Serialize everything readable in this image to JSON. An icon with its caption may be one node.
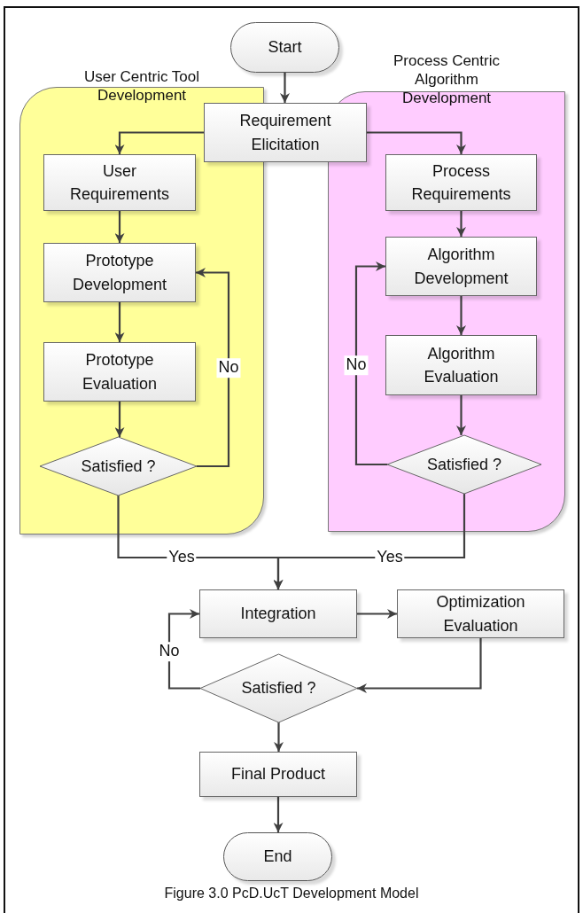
{
  "diagram": {
    "caption": "Figure 3.0 PcD.UcT Development Model",
    "nodes": [
      {
        "text": [
          "User Centric Tool Development"
        ]
      },
      {
        "text": [
          "Process Centric Algorithm Development"
        ]
      },
      {
        "text": [
          "Start"
        ]
      },
      {
        "text": [
          "Requirement Elicitation"
        ]
      },
      {
        "text": [
          "User Requirements"
        ],
        "in": 0
      },
      {
        "text": [
          "Prototype Development"
        ],
        "in": 0
      },
      {
        "text": [
          "Prototype Evaluation"
        ],
        "in": 0
      },
      {
        "text": [
          "Satisfied ?"
        ],
        "in": 0
      },
      {
        "text": [
          "Process Requirements"
        ],
        "in": 1
      },
      {
        "text": [
          "Algorithm Development"
        ],
        "in": 1
      },
      {
        "text": [
          "Algorithm Evaluation"
        ],
        "in": 1
      },
      {
        "text": [
          "Satisfied ?"
        ],
        "in": 1
      },
      {
        "text": [
          "Integration"
        ]
      },
      {
        "text": [
          "Optimization Evaluation"
        ]
      },
      {
        "text": [
          "Satisfied ?"
        ]
      },
      {
        "text": [
          "Final Product"
        ]
      },
      {
        "text": [
          "End"
        ]
      }
    ],
    "edges": [
      {
        "from": 2,
        "to": 3,
        "arrow": "to"
      },
      {
        "from": 3,
        "to": 4,
        "arrow": "to"
      },
      {
        "from": 3,
        "to": 8,
        "arrow": "to"
      },
      {
        "from": 4,
        "to": 5,
        "arrow": "to"
      },
      {
        "from": 5,
        "to": 6,
        "arrow": "to"
      },
      {
        "from": 6,
        "to": 7,
        "arrow": "to"
      },
      {
        "from": 7,
        "to": 5,
        "arrow": "to",
        "label": "No"
      },
      {
        "from": 8,
        "to": 9,
        "arrow": "to"
      },
      {
        "from": 9,
        "to": 10,
        "arrow": "to"
      },
      {
        "from": 10,
        "to": 11,
        "arrow": "to"
      },
      {
        "from": 11,
        "to": 9,
        "arrow": "to",
        "label": "No"
      },
      {
        "from": 7,
        "to": 12,
        "arrow": "to",
        "label": "Yes"
      },
      {
        "from": 11,
        "to": 12,
        "arrow": "to",
        "label": "Yes"
      },
      {
        "from": 12,
        "to": 13,
        "arrow": "to"
      },
      {
        "from": 13,
        "to": 14,
        "arrow": "to"
      },
      {
        "from": 14,
        "to": 12,
        "arrow": "to",
        "label": "No"
      },
      {
        "from": 14,
        "to": 15,
        "arrow": "to"
      },
      {
        "from": 15,
        "to": 16,
        "arrow": "to"
      }
    ]
  }
}
